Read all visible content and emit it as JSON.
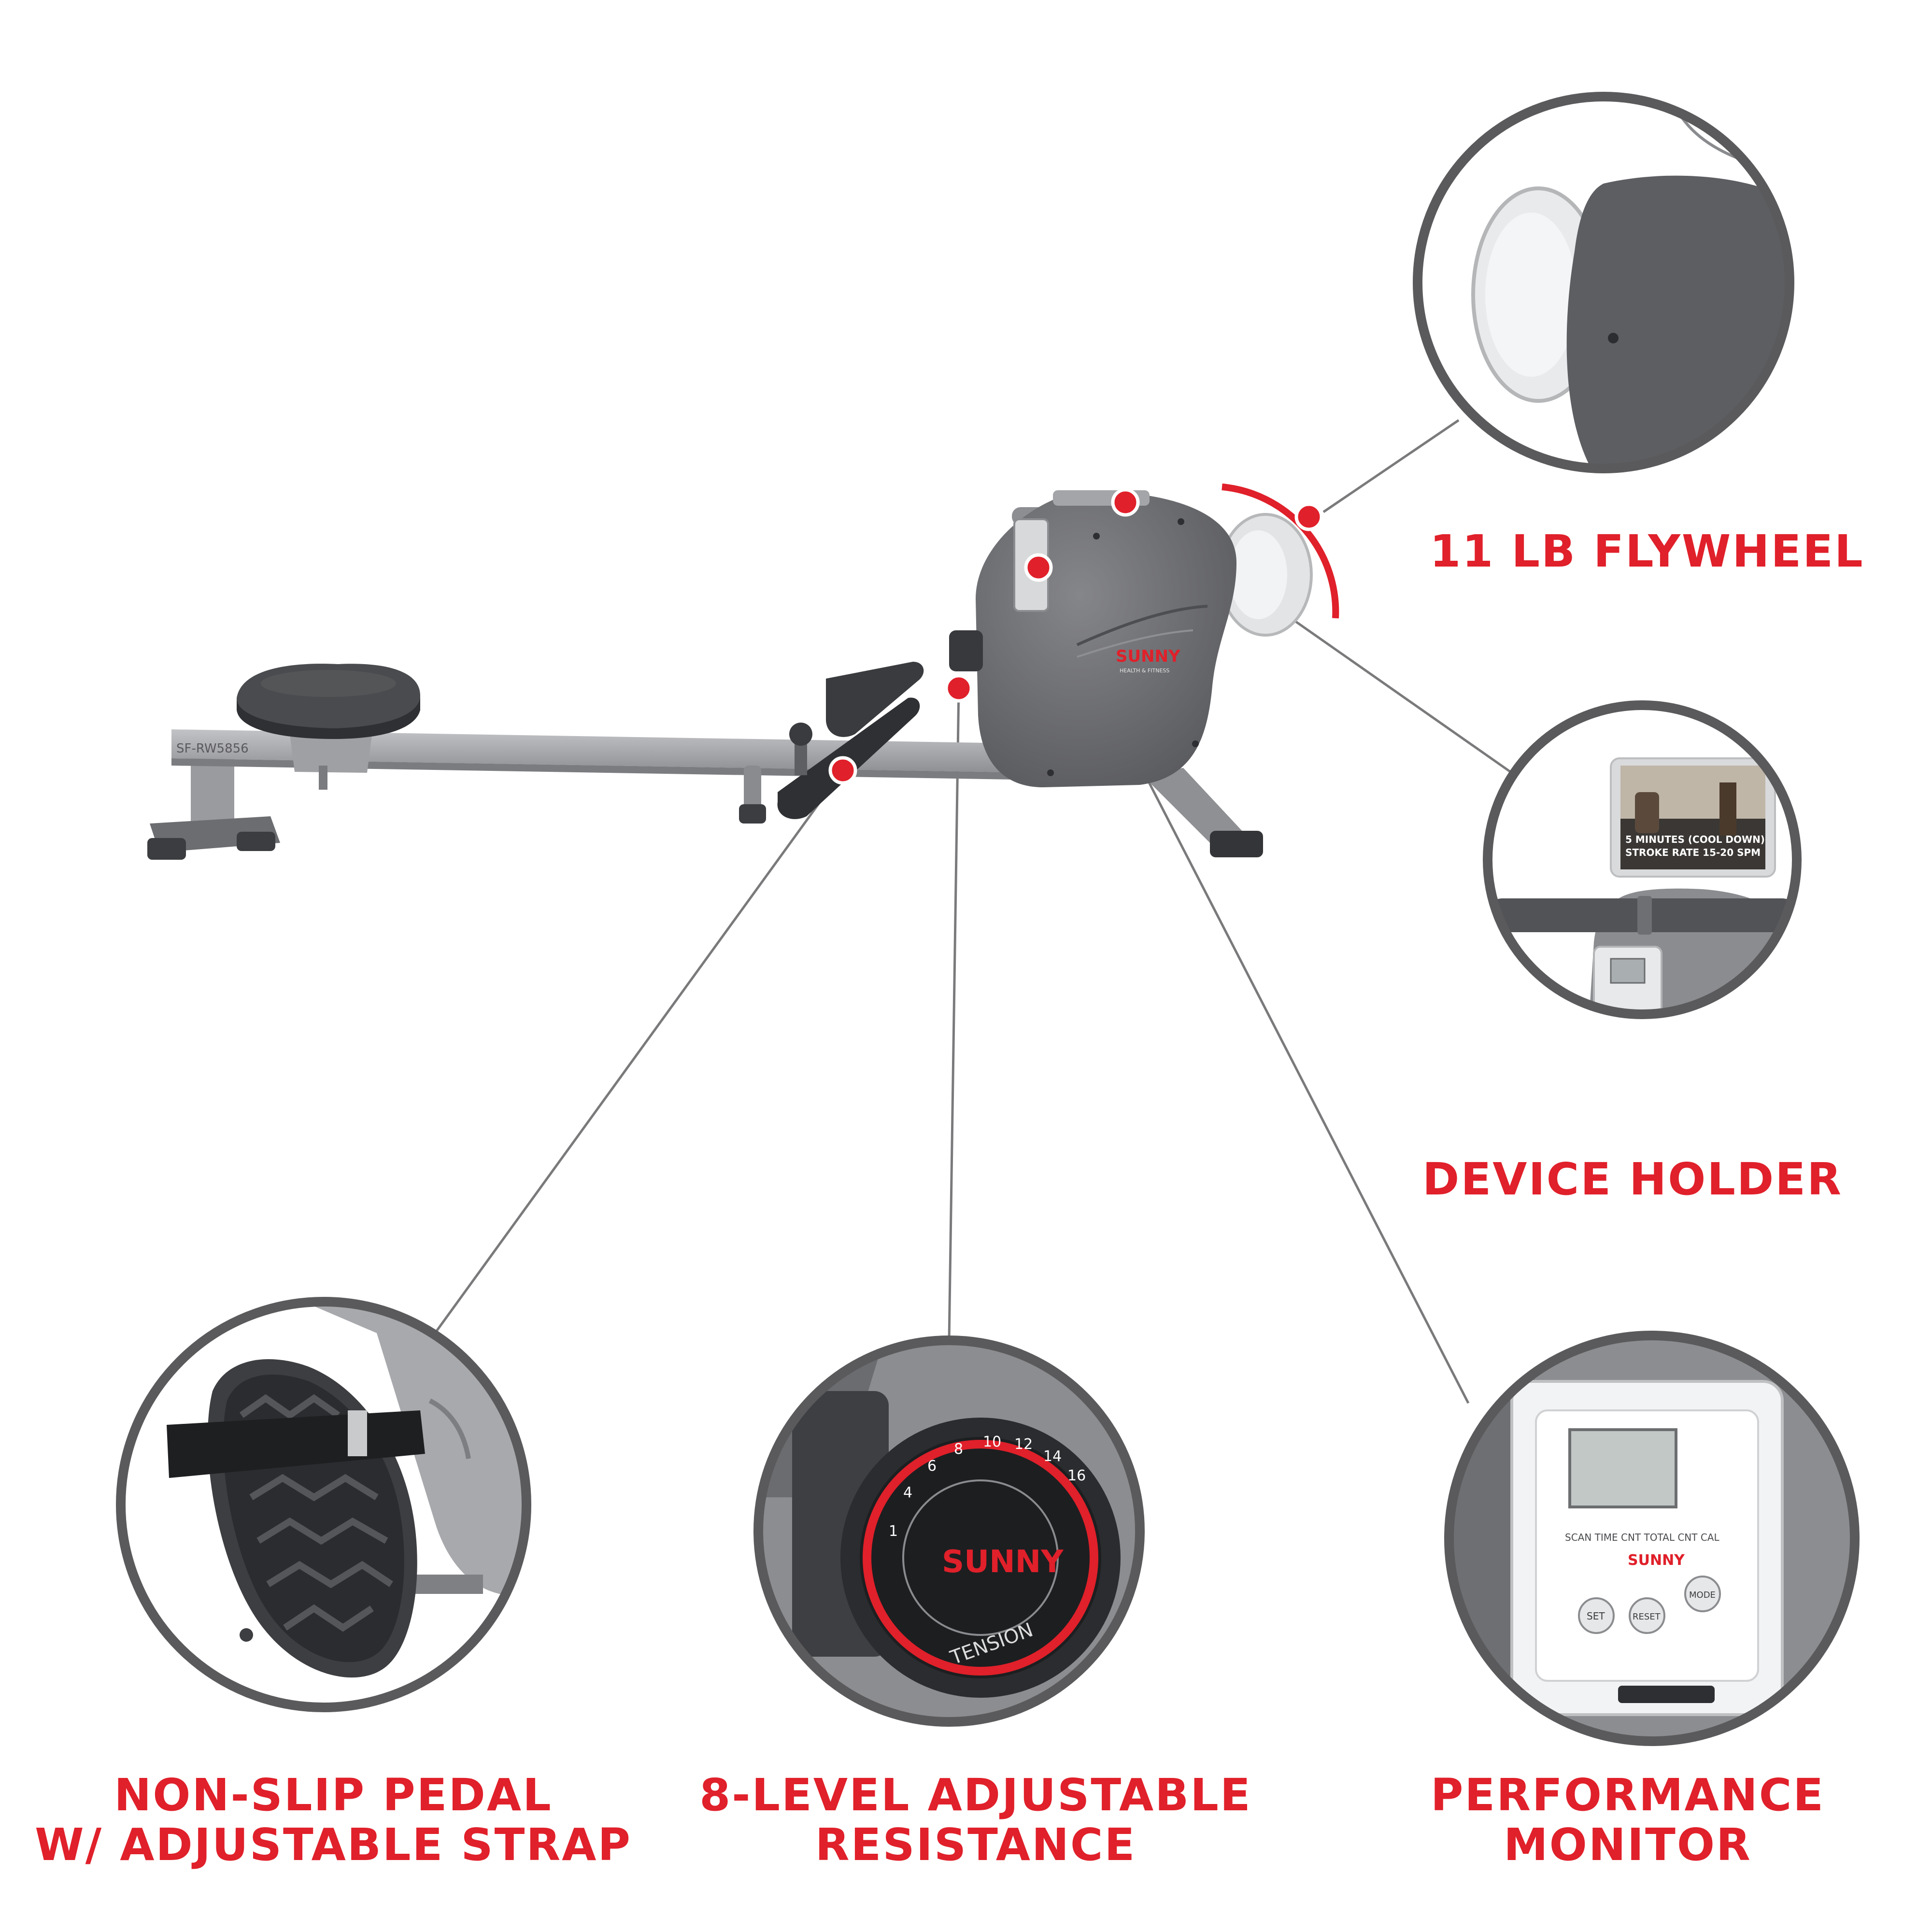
{
  "features": {
    "flywheel": {
      "line1": "11 LB FLYWHEEL"
    },
    "device_holder": {
      "line1": "DEVICE HOLDER"
    },
    "pedal": {
      "line1": "NON-SLIP PEDAL",
      "line2": "W/ ADJUSTABLE STRAP"
    },
    "resistance": {
      "line1": "8-LEVEL ADJUSTABLE",
      "line2": "RESISTANCE"
    },
    "monitor": {
      "line1": "PERFORMANCE",
      "line2": "MONITOR"
    }
  },
  "product": {
    "brand": "SUNNY",
    "brand_sub": "HEALTH & FITNESS",
    "model": "SF-RW5856"
  },
  "tablet_screen": {
    "line1": "5 MINUTES (COOL DOWN)",
    "line2": "STROKE RATE 15-20 SPM"
  },
  "tension_knob": {
    "scale": [
      "1",
      "4",
      "6",
      "8",
      "10",
      "12",
      "14",
      "16"
    ],
    "label": "TENSION"
  },
  "monitor_panel": {
    "labels": "SCAN TIME CNT TOTAL CNT CAL",
    "buttons": [
      "SET",
      "RESET",
      "MODE"
    ]
  },
  "colors": {
    "accent": "#e0202a",
    "body_gray": "#6e6f72",
    "dark_gray": "#4b4c4f",
    "rail": "#a9aaad",
    "circle_border": "#5a5a5c"
  }
}
